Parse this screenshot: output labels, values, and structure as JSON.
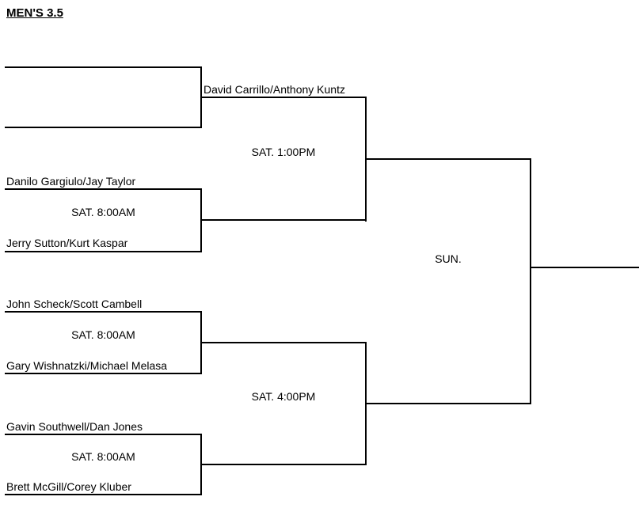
{
  "title": "MEN'S 3.5",
  "rounds": {
    "round1": {
      "match1": {
        "team_top": "",
        "team_bottom": "",
        "time": ""
      },
      "match2": {
        "team_top": "Danilo Gargiulo/Jay Taylor",
        "time": "SAT. 8:00AM",
        "team_bottom": "Jerry Sutton/Kurt Kaspar"
      },
      "match3": {
        "team_top": "John Scheck/Scott Cambell",
        "time": "SAT. 8:00AM",
        "team_bottom": "Gary Wishnatzki/Michael Melasa"
      },
      "match4": {
        "team_top": "Gavin Southwell/Dan Jones",
        "time": "SAT. 8:00AM",
        "team_bottom": "Brett McGill/Corey Kluber"
      }
    },
    "semifinals": {
      "match1": {
        "advancing_team": "David Carrillo/Anthony Kuntz",
        "time": "SAT. 1:00PM"
      },
      "match2": {
        "advancing_team": "",
        "time": "SAT. 4:00PM"
      }
    },
    "final": {
      "time": "SUN."
    }
  },
  "colors": {
    "line": "#000000",
    "text": "#000000",
    "background": "#ffffff"
  }
}
